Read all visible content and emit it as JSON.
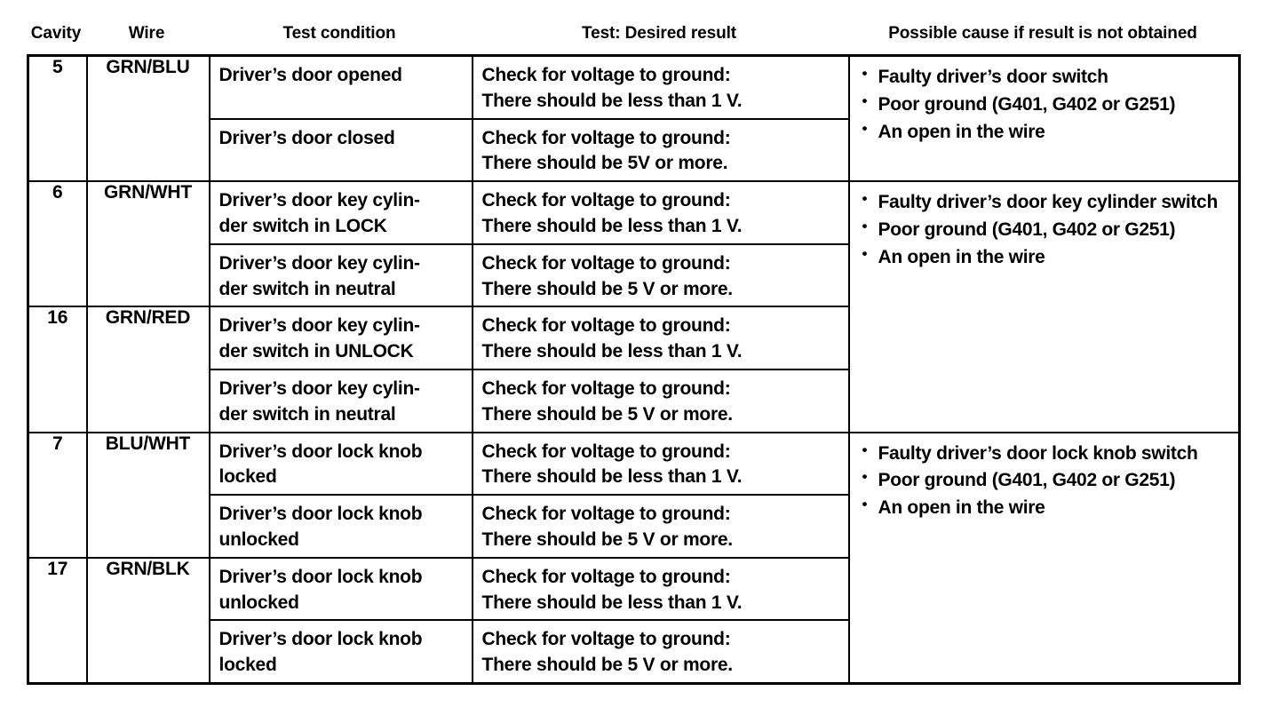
{
  "headers": {
    "cavity": "Cavity",
    "wire": "Wire",
    "test_condition": "Test condition",
    "desired_result": "Test: Desired result",
    "possible_cause": "Possible cause if result is not obtained"
  },
  "rows": [
    {
      "cavity": "5",
      "wire": "GRN/BLU",
      "conditions": [
        {
          "condition": "Driver’s door opened",
          "result_line1": "Check for voltage to ground:",
          "result_line2": "There should be less than 1 V."
        },
        {
          "condition": "Driver’s door closed",
          "result_line1": "Check for voltage to ground:",
          "result_line2": "There should be 5V or more."
        }
      ],
      "causes": [
        "Faulty driver’s door switch",
        "Poor ground (G401, G402 or G251)",
        "An open in the wire"
      ],
      "cause_rowspan": 2
    },
    {
      "cavity": "6",
      "wire": "GRN/WHT",
      "conditions": [
        {
          "condition": "Driver’s door key cylin-der switch in LOCK",
          "condition_line1": "Driver’s door key cylin-",
          "condition_line2": "der switch in LOCK",
          "result_line1": "Check for voltage to ground:",
          "result_line2": "There should be less than 1 V."
        },
        {
          "condition": "Driver’s door key cylin-der switch in neutral",
          "condition_line1": "Driver’s door key cylin-",
          "condition_line2": "der switch in neutral",
          "result_line1": "Check for voltage to ground:",
          "result_line2": "There should be 5 V or more."
        }
      ],
      "causes": [
        "Faulty driver’s door key cylinder switch",
        "Poor ground (G401, G402 or G251)",
        "An open in the wire"
      ],
      "cause_rowspan": 4
    },
    {
      "cavity": "16",
      "wire": "GRN/RED",
      "conditions": [
        {
          "condition": "Driver’s door key cylin-der switch in UNLOCK",
          "condition_line1": "Driver’s door key cylin-",
          "condition_line2": "der switch in UNLOCK",
          "result_line1": "Check for voltage to ground:",
          "result_line2": "There should be less than 1 V."
        },
        {
          "condition": "Driver’s door key cylin-der switch in neutral",
          "condition_line1": "Driver’s door key cylin-",
          "condition_line2": "der switch in neutral",
          "result_line1": "Check for voltage to ground:",
          "result_line2": "There should be 5 V or more."
        }
      ],
      "causes": [],
      "cause_rowspan": 0
    },
    {
      "cavity": "7",
      "wire": "BLU/WHT",
      "conditions": [
        {
          "condition": "Driver’s door lock knob locked",
          "condition_line1": "Driver’s door lock knob",
          "condition_line2": "locked",
          "result_line1": "Check for voltage to ground:",
          "result_line2": "There should be less than 1 V."
        },
        {
          "condition": "Driver’s door lock knob unlocked",
          "condition_line1": "Driver’s door lock knob",
          "condition_line2": "unlocked",
          "result_line1": "Check for voltage to ground:",
          "result_line2": "There should be 5 V or more."
        }
      ],
      "causes": [
        "Faulty driver’s door lock knob switch",
        "Poor ground (G401, G402 or G251)",
        "An open in the wire"
      ],
      "cause_rowspan": 4
    },
    {
      "cavity": "17",
      "wire": "GRN/BLK",
      "conditions": [
        {
          "condition": "Driver’s door lock knob unlocked",
          "condition_line1": "Driver’s door lock knob",
          "condition_line2": "unlocked",
          "result_line1": "Check for voltage to ground:",
          "result_line2": "There should be less than 1 V."
        },
        {
          "condition": "Driver’s door lock knob locked",
          "condition_line1": "Driver’s door lock knob",
          "condition_line2": "locked",
          "result_line1": "Check for voltage to ground:",
          "result_line2": "There should be 5 V or more."
        }
      ],
      "causes": [],
      "cause_rowspan": 0
    }
  ],
  "colors": {
    "text": "#000000",
    "background": "#ffffff",
    "rule": "#000000"
  }
}
